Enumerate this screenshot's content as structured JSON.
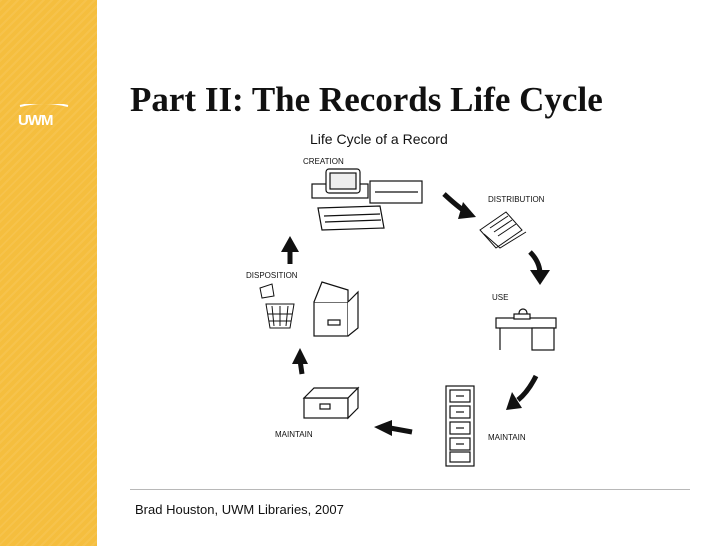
{
  "sidebar": {
    "logo_text": "UWM"
  },
  "slide": {
    "title": "Part II: The Records Life Cycle"
  },
  "diagram": {
    "heading": "Life Cycle of a Record",
    "stages": {
      "creation": "CREATION",
      "distribution": "DISTRIBUTION",
      "use": "USE",
      "maintain_right": "MAINTAIN",
      "maintain_left": "MAINTAIN",
      "disposition": "DISPOSITION"
    }
  },
  "footer": {
    "credit": "Brad Houston, UWM Libraries, 2007"
  },
  "colors": {
    "sidebar": "#f5be3e",
    "text": "#111111"
  }
}
